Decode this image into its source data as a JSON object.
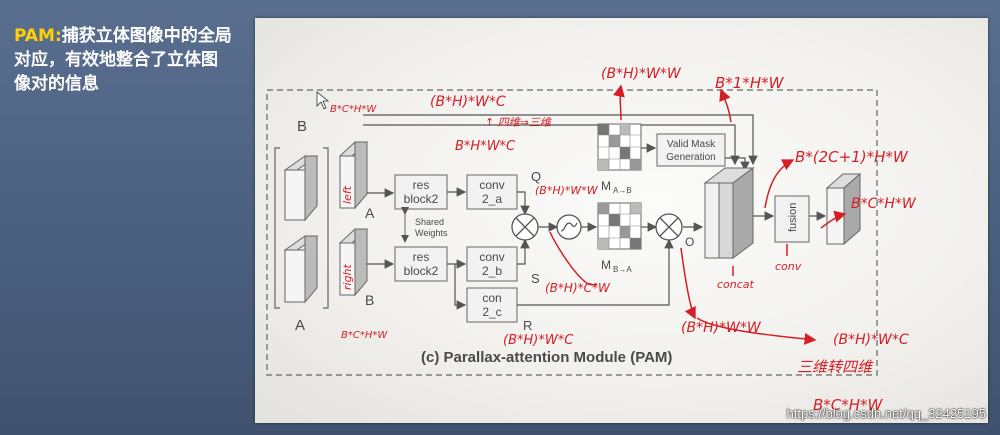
{
  "caption": {
    "highlight": "PAM:",
    "text": "捕获立体图像中的全局对应，有效地整合了立体图像对的信息"
  },
  "diagram": {
    "printed": {
      "label_B_top": "B",
      "label_A_bottom": "A",
      "label_A_mid": "A",
      "label_B_mid": "B",
      "left": "left",
      "right": "right",
      "res1": [
        "res",
        "block2"
      ],
      "res2": [
        "res",
        "block2"
      ],
      "shared": [
        "Shared",
        "Weights"
      ],
      "conv_a": [
        "conv",
        "2_a"
      ],
      "conv_b": [
        "conv",
        "2_b"
      ],
      "conv_c": [
        "con",
        "2_c"
      ],
      "Q": "Q",
      "S": "S",
      "R": "R",
      "O": "O",
      "M_ab": "M",
      "M_ab_sub": "A→B",
      "M_ba": "M",
      "M_ba_sub": "B→A",
      "valid_mask": [
        "Valid Mask",
        "Generation"
      ],
      "fusion": "fusion",
      "title": "(c) Parallax-attention Module (PAM)"
    },
    "handwritten": {
      "n1": "B*C*H*W",
      "n2": "(B*H)*W*C",
      "n3": "↑ 四维⇒三维",
      "n4": "B*H*W*C",
      "n5": "(B*H)*W*W",
      "n6": "B*1*H*W",
      "n7": "(B*H)*W*W",
      "n8": "B*(2C+1)*H*W",
      "n9": "B*C*H*W",
      "n10": "(B*H)*C*W",
      "n11": "(B*H)*W*C",
      "n12": "B*C*H*W",
      "n13": "concat",
      "n14": "conv",
      "n15": "(B*H)*W*W",
      "n16": "(B*H)*W*C",
      "n17": "三维转四维",
      "n18": "B*C*H*W"
    }
  },
  "watermark": "https://blog.csdn.net/qq_32425195",
  "colors": {
    "highlight": "#ffd100",
    "ink_red": "#d51e26",
    "print": "#4a4a4a"
  }
}
